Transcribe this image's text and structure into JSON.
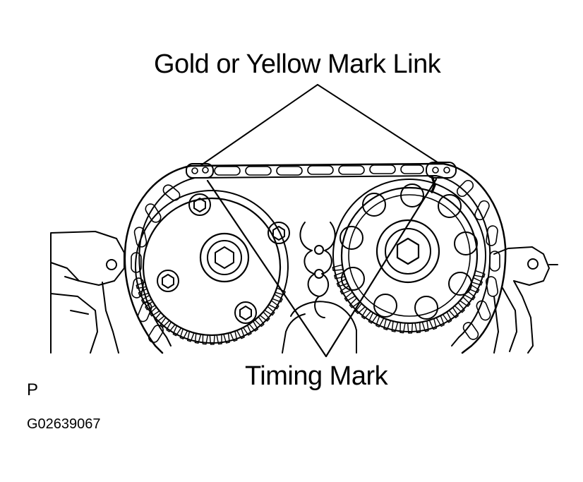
{
  "labels": {
    "gold_yellow_mark_link": "Gold or Yellow Mark Link",
    "timing_mark": "Timing Mark",
    "view_letter": "P",
    "figure_code": "G02639067"
  },
  "colors": {
    "ink": "#000000",
    "paper": "#ffffff"
  }
}
